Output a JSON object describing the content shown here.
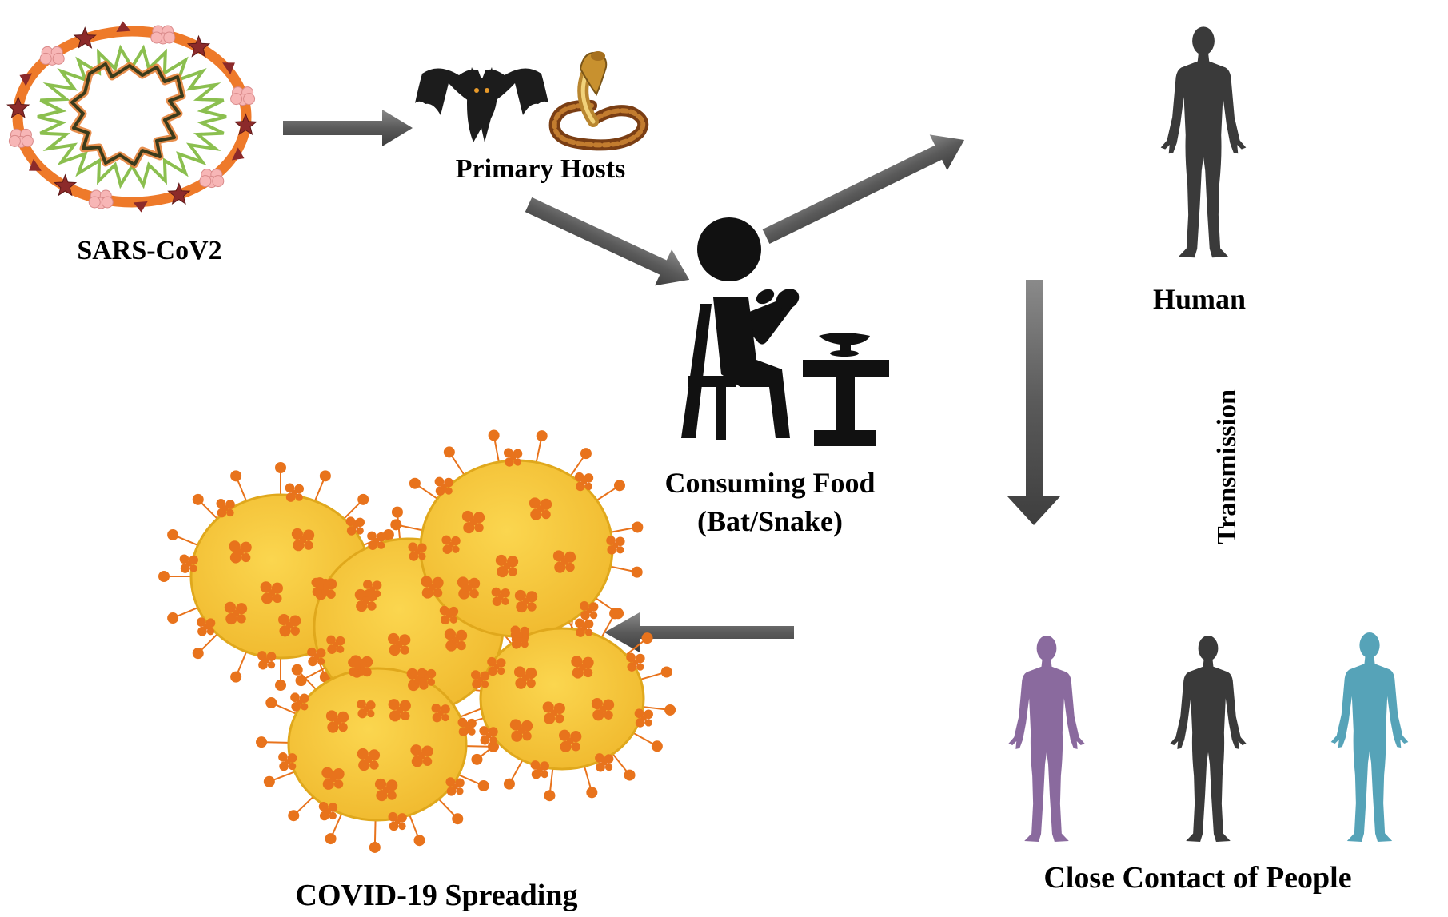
{
  "labels": {
    "virus": "SARS-CoV2",
    "hosts": "Primary Hosts",
    "human": "Human",
    "food_line1": "Consuming Food",
    "food_line2": "(Bat/Snake)",
    "transmission": "Transmission",
    "contact": "Close Contact of People",
    "spreading": "COVID-19 Spreading"
  },
  "icons": {
    "virus": "coronavirus-icon",
    "bat": "bat-icon",
    "snake": "cobra-icon",
    "eating": "person-eating-icon",
    "human": "human-silhouette-icon",
    "people": "people-holding-hands-icon",
    "spread": "virus-cluster-icon"
  },
  "colors": {
    "arrow": "#5a5a5a",
    "virus_envelope": "#ee7a2a",
    "virus_spike": "#8c2a2a",
    "virus_inner": "#8bbf4f",
    "virus_rna": "#3b3b1b",
    "virus_cloud": "#f7b6b6",
    "human": "#3a3a3a",
    "person_purple": "#8a6a9e",
    "person_teal": "#56a3b8",
    "spread_cell": "#f5c63d",
    "spread_spike": "#e8731c"
  }
}
